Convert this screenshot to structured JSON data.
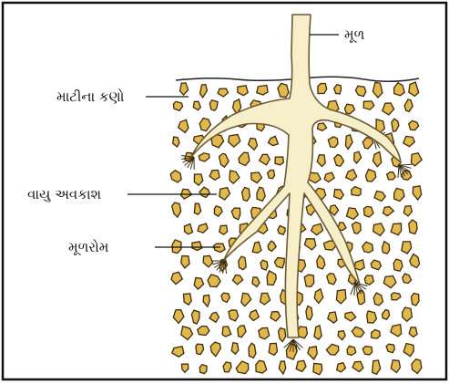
{
  "labels": {
    "root": "મૂળ",
    "soil_particles": "માટીના કણો",
    "air_space": "વાયુ અવકાશ",
    "root_hair": "મૂળરોમ"
  },
  "colors": {
    "root_fill": "#f7efc9",
    "root_stroke": "#6b5a32",
    "particle_fill": "#e3b84a",
    "particle_stroke": "#3a2c12",
    "frame": "#111111"
  }
}
